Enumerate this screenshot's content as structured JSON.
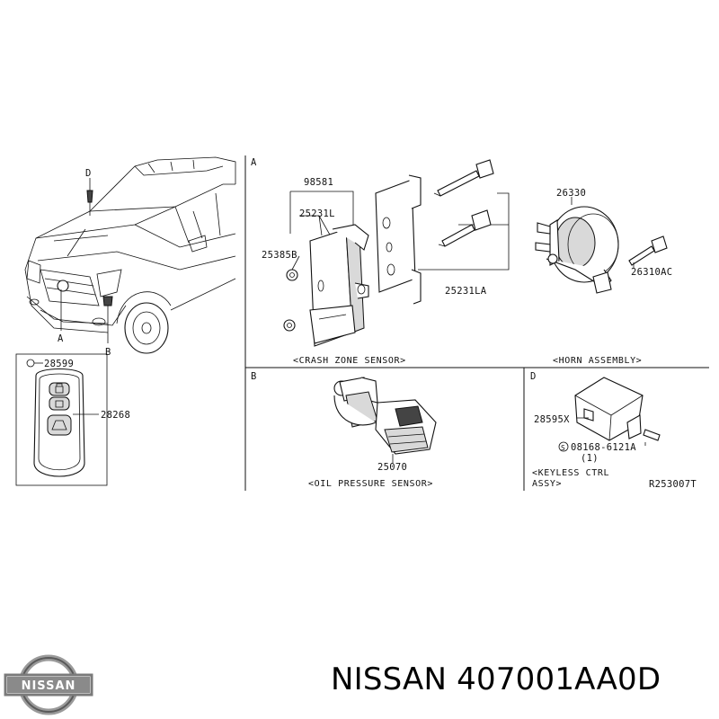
{
  "title": {
    "brand": "NISSAN",
    "part_number": "407001AA0D"
  },
  "logo": {
    "text": "NISSAN",
    "icon": "nissan-logo-icon"
  },
  "sections": {
    "A": "A",
    "B": "B",
    "D": "D"
  },
  "vehicle_callouts": {
    "D": "D",
    "A": "A",
    "B": "B"
  },
  "keyfob": {
    "label_top": "28599",
    "label_side": "28268"
  },
  "crash_zone": {
    "labels": [
      "98581",
      "25231L",
      "25385B",
      "25231LA"
    ],
    "caption": "<CRASH ZONE SENSOR>"
  },
  "horn": {
    "labels": [
      "26330",
      "26310AC"
    ],
    "caption": "<HORN ASSEMBLY>"
  },
  "oil_pressure": {
    "label": "25070",
    "caption": "<OIL PRESSURE SENSOR>"
  },
  "keyless": {
    "labels": [
      "28595X",
      "08168-6121A",
      "(1)"
    ],
    "caption_line1": "<KEYLESS CTRL",
    "caption_line2": "ASSY>",
    "figure_code": "R253007T"
  }
}
